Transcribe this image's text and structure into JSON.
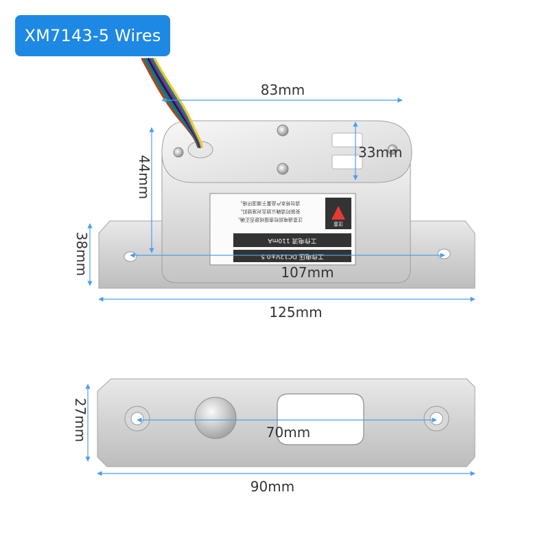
{
  "title": "XM7143-5 Wires",
  "colors": {
    "badge": "#1e88e5",
    "dimension_line": "#4a9ef0",
    "metal_light": "#ececec",
    "metal_mid": "#cfcfcf",
    "metal_dark": "#a9a9a9",
    "label_text": "#333333"
  },
  "wire_colors": [
    "#c0392b",
    "#2e7d32",
    "#1565c0",
    "#212121",
    "#8e24aa",
    "#00897b",
    "#fbc02d"
  ],
  "lock_body": {
    "dimensions": {
      "top_length": "83mm",
      "top_depth": "33mm",
      "height": "44mm",
      "plate_height": "38mm",
      "hole_spacing": "107mm",
      "plate_length": "125mm"
    },
    "sticker": {
      "lines": [
        "工作电压  DC12V±0.5",
        "工作电流  110mA"
      ],
      "notes": [
        "请勿将本产品置于潮湿环境。",
        "安装时请确认锁舌对准锁扣。",
        "注意通电前检查接线是否正确。"
      ],
      "warning": "注意"
    }
  },
  "strike_plate": {
    "dimensions": {
      "plate_height": "27mm",
      "hole_spacing": "70mm",
      "plate_length": "90mm"
    }
  }
}
